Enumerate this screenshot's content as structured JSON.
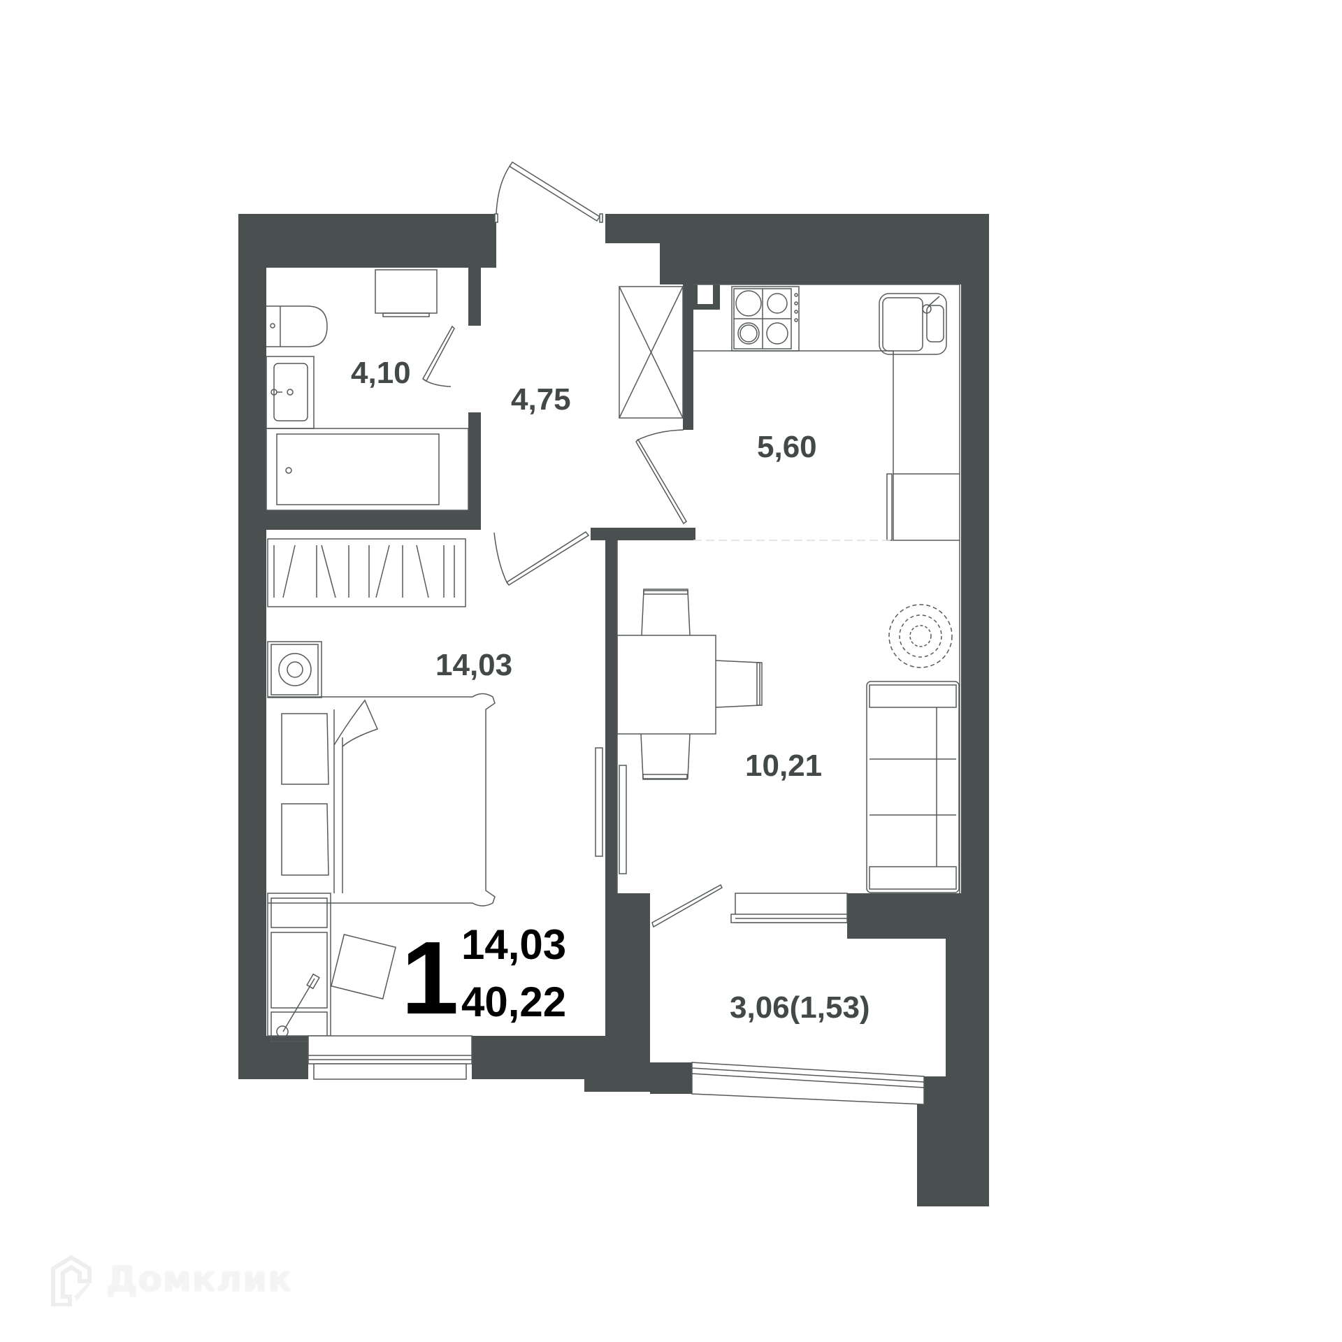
{
  "colors": {
    "wall": "#4a4f4f",
    "line": "#555a5a",
    "label": "#434848",
    "summary": "#000000",
    "watermark": "#f2f2f2"
  },
  "rooms": [
    {
      "id": "bathroom",
      "label": "4,10"
    },
    {
      "id": "hallway",
      "label": "4,75"
    },
    {
      "id": "kitchen",
      "label": "5,60"
    },
    {
      "id": "bedroom",
      "label": "14,03"
    },
    {
      "id": "living-room",
      "label": "10,21"
    },
    {
      "id": "balcony",
      "label": "3,06(1,53)"
    }
  ],
  "summary": {
    "room_count": "1",
    "living_area": "14,03",
    "total_area": "40,22"
  },
  "watermark": {
    "icon": "house-logo-icon",
    "text": "Домклик"
  }
}
